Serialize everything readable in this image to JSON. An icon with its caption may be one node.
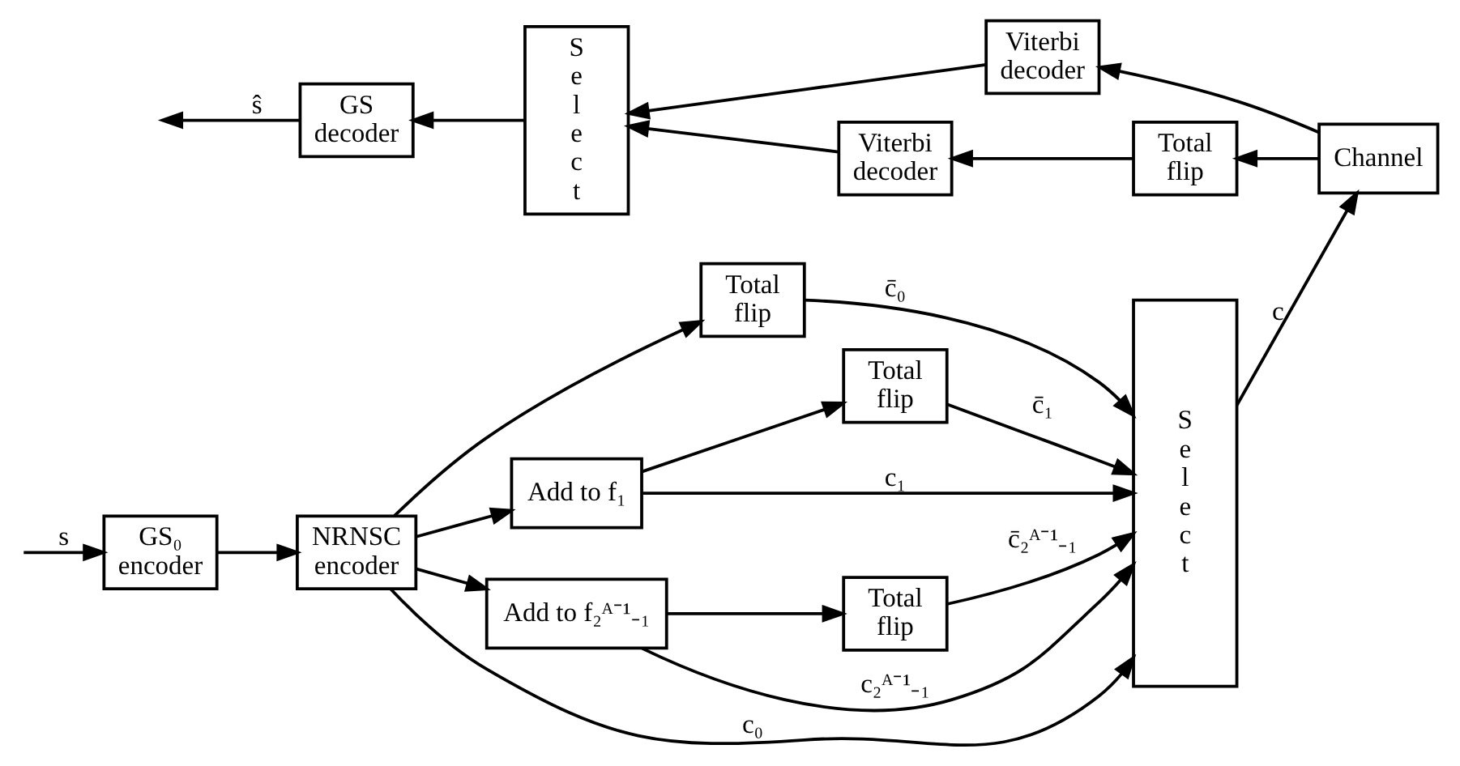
{
  "diagram": {
    "nodes": [
      {
        "text": [
          "GS₀ encoder"
        ]
      },
      {
        "text": [
          "NRNSC encoder"
        ]
      },
      {
        "text": [
          "Total flip"
        ]
      },
      {
        "text": [
          "Add to f₁"
        ]
      },
      {
        "text": [
          "Total flip"
        ]
      },
      {
        "text": [
          "Add to f₂ᴬ⁻¹₋₁"
        ]
      },
      {
        "text": [
          "Total flip"
        ]
      },
      {
        "text": [
          "Select"
        ]
      },
      {
        "text": [
          "Channel"
        ]
      },
      {
        "text": [
          "Total flip"
        ]
      },
      {
        "text": [
          "Viterbi decoder"
        ]
      },
      {
        "text": [
          "Viterbi decoder"
        ]
      },
      {
        "text": [
          "Select"
        ]
      },
      {
        "text": [
          "GS decoder"
        ]
      }
    ],
    "edges": [
      {
        "from": null,
        "to": 0,
        "arrow": "to",
        "label": "s"
      },
      {
        "from": 0,
        "to": 1,
        "arrow": "to"
      },
      {
        "from": 1,
        "to": 7,
        "arrow": "to",
        "label": "c₀"
      },
      {
        "from": 1,
        "to": 2,
        "arrow": "to"
      },
      {
        "from": 2,
        "to": 7,
        "arrow": "to",
        "label": "c̄₀"
      },
      {
        "from": 1,
        "to": 3,
        "arrow": "to"
      },
      {
        "from": 1,
        "to": 5,
        "arrow": "to"
      },
      {
        "from": 3,
        "to": 7,
        "arrow": "to",
        "label": "c₁"
      },
      {
        "from": 3,
        "to": 4,
        "arrow": "to"
      },
      {
        "from": 4,
        "to": 7,
        "arrow": "to",
        "label": "c̄₁"
      },
      {
        "from": 5,
        "to": 7,
        "arrow": "to",
        "label": "c₂ᴬ⁻¹₋₁"
      },
      {
        "from": 5,
        "to": 6,
        "arrow": "to"
      },
      {
        "from": 6,
        "to": 7,
        "arrow": "to",
        "label": "c̄₂ᴬ⁻¹₋₁"
      },
      {
        "from": 7,
        "to": 8,
        "arrow": "to",
        "label": "c"
      },
      {
        "from": 8,
        "to": 10,
        "arrow": "to"
      },
      {
        "from": 8,
        "to": 9,
        "arrow": "to"
      },
      {
        "from": 9,
        "to": 11,
        "arrow": "to"
      },
      {
        "from": 10,
        "to": 12,
        "arrow": "to"
      },
      {
        "from": 11,
        "to": 12,
        "arrow": "to"
      },
      {
        "from": 12,
        "to": 13,
        "arrow": "to"
      },
      {
        "from": 13,
        "to": null,
        "arrow": "to",
        "label": "ŝ"
      }
    ]
  }
}
